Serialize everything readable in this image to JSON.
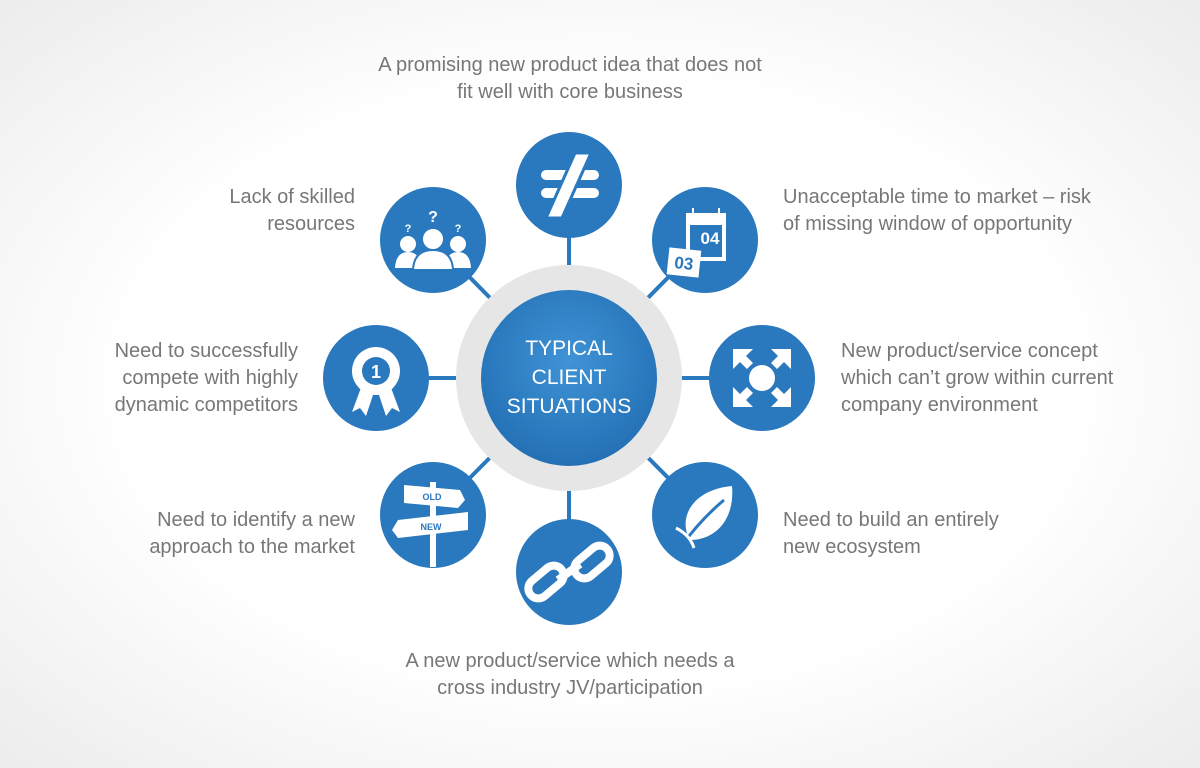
{
  "center": {
    "lines": [
      "TYPICAL",
      "CLIENT",
      "SITUATIONS"
    ]
  },
  "colors": {
    "primary": "#2a78bd",
    "halo": "#e6e6e6",
    "text": "#777777"
  },
  "nodes": [
    {
      "icon": "not-equal-icon",
      "text": "A promising new product idea that does not fit well with core business"
    },
    {
      "icon": "calendar-icon",
      "text": "Unacceptable time to market – risk of missing window of opportunity"
    },
    {
      "icon": "expand-arrows-icon",
      "text": "New product/service concept which can’t grow within current company environment"
    },
    {
      "icon": "leaf-icon",
      "text": "Need to build an entirely new ecosystem"
    },
    {
      "icon": "chain-link-icon",
      "text": "A new product/service which needs a cross industry JV/participation"
    },
    {
      "icon": "signpost-icon",
      "text": "Need to identify a new approach to the market",
      "sign_old": "OLD",
      "sign_new": "NEW"
    },
    {
      "icon": "award-ribbon-icon",
      "text": "Need to successfully compete with highly dynamic competitors",
      "badge": "1"
    },
    {
      "icon": "people-question-icon",
      "text": "Lack of skilled resources"
    }
  ],
  "calendar": {
    "back": "04",
    "front": "03"
  }
}
